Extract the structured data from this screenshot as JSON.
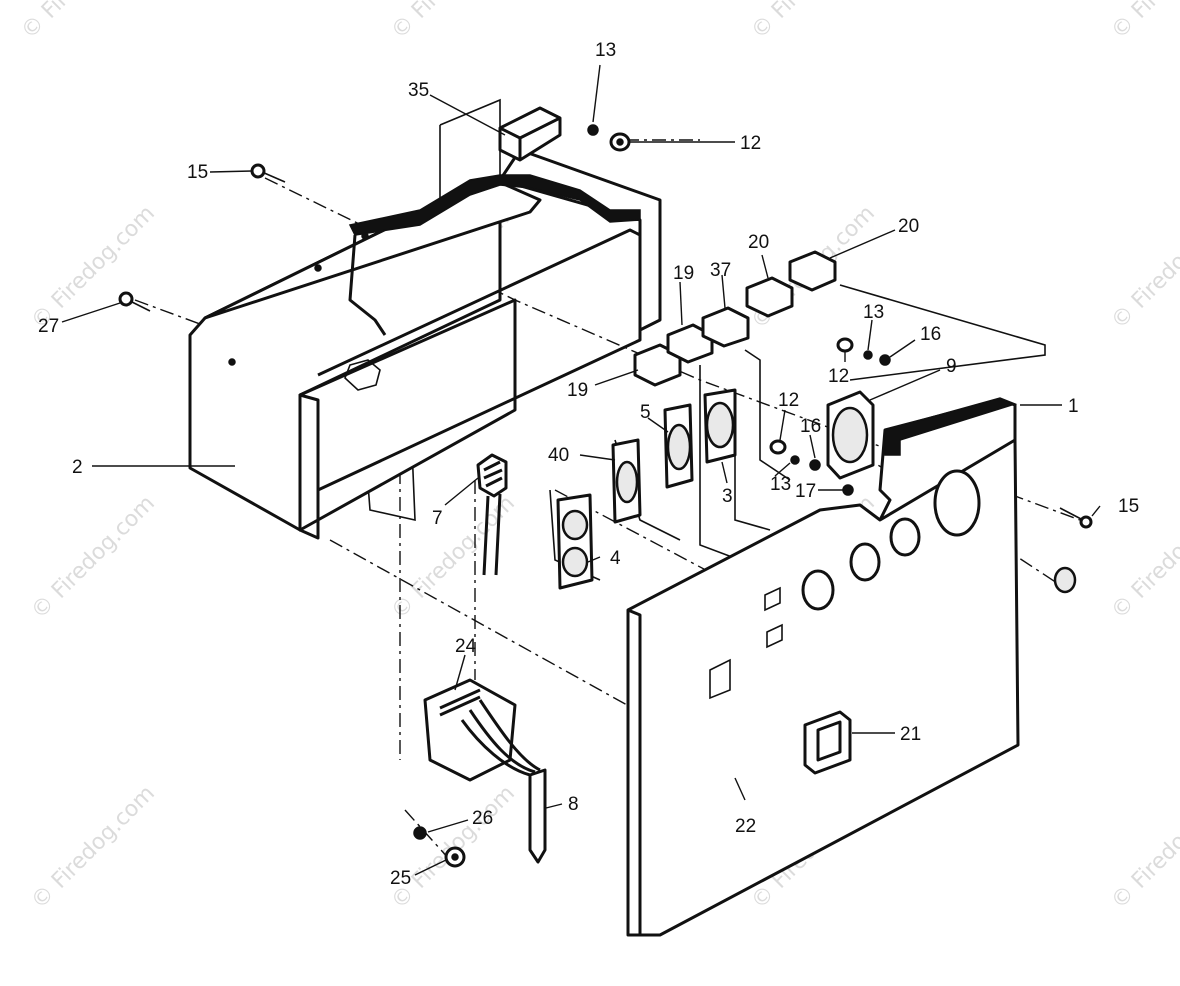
{
  "watermark": "© Firedog.com",
  "callouts": [
    {
      "id": "c1",
      "text": "1"
    },
    {
      "id": "c2",
      "text": "2"
    },
    {
      "id": "c3",
      "text": "3"
    },
    {
      "id": "c4",
      "text": "4"
    },
    {
      "id": "c5",
      "text": "5"
    },
    {
      "id": "c7",
      "text": "7"
    },
    {
      "id": "c8",
      "text": "8"
    },
    {
      "id": "c9",
      "text": "9"
    },
    {
      "id": "c12a",
      "text": "12"
    },
    {
      "id": "c12b",
      "text": "12"
    },
    {
      "id": "c12c",
      "text": "12"
    },
    {
      "id": "c13a",
      "text": "13"
    },
    {
      "id": "c13b",
      "text": "13"
    },
    {
      "id": "c13c",
      "text": "13"
    },
    {
      "id": "c15a",
      "text": "15"
    },
    {
      "id": "c15b",
      "text": "15"
    },
    {
      "id": "c16a",
      "text": "16"
    },
    {
      "id": "c16b",
      "text": "16"
    },
    {
      "id": "c17",
      "text": "17"
    },
    {
      "id": "c19a",
      "text": "19"
    },
    {
      "id": "c19b",
      "text": "19"
    },
    {
      "id": "c20a",
      "text": "20"
    },
    {
      "id": "c20b",
      "text": "20"
    },
    {
      "id": "c21",
      "text": "21"
    },
    {
      "id": "c22",
      "text": "22"
    },
    {
      "id": "c24",
      "text": "24"
    },
    {
      "id": "c25",
      "text": "25"
    },
    {
      "id": "c26",
      "text": "26"
    },
    {
      "id": "c27",
      "text": "27"
    },
    {
      "id": "c35",
      "text": "35"
    },
    {
      "id": "c37",
      "text": "37"
    },
    {
      "id": "c40",
      "text": "40"
    }
  ]
}
